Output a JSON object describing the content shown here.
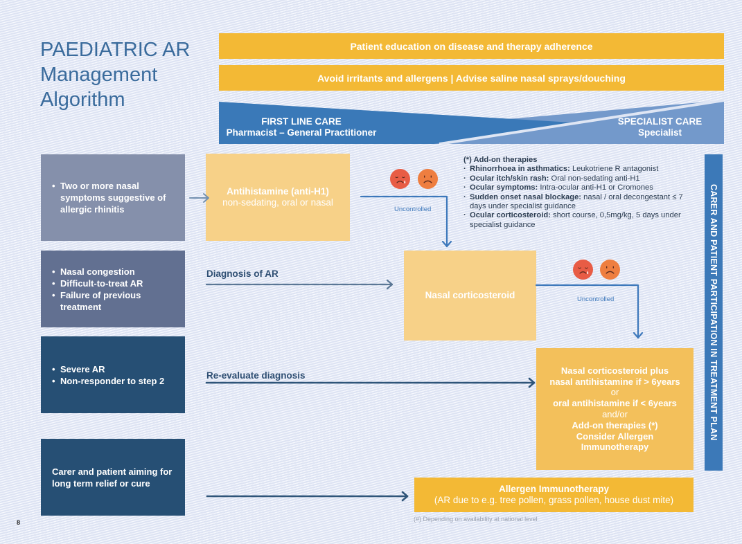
{
  "title": {
    "line1": "PAEDIATRIC AR",
    "line2": "Management",
    "line3": "Algorithm"
  },
  "banners": {
    "education": "Patient education on disease and therapy adherence",
    "avoid": "Avoid irritants and allergens | Advise saline nasal sprays/douching"
  },
  "care_levels": {
    "first_line_title": "FIRST LINE CARE",
    "first_line_sub": "Pharmacist – General Practitioner",
    "specialist_title": "SPECIALIST CARE",
    "specialist_sub": "Specialist"
  },
  "colors": {
    "first_line_blue": "#3a79b8",
    "specialist_blue": "#7399cb",
    "banner_yellow": "#f3b935",
    "arrow_dark": "#2f5579",
    "arrow_blue": "#3d78bb"
  },
  "conditions": {
    "step1": [
      "Two or more nasal symptoms suggestive of allergic rhinitis"
    ],
    "step2": [
      "Nasal congestion",
      "Difficult-to-treat AR",
      "Failure of previous treatment"
    ],
    "step3": [
      "Severe AR",
      "Non-responder to step 2"
    ],
    "step4": "Carer and patient aiming for long term relief or cure"
  },
  "treatments": {
    "antihistamine_title": "Antihistamine (anti-H1)",
    "antihistamine_sub": "non-sedating, oral or nasal",
    "nasal_corticosteroid": "Nasal corticosteroid",
    "combo": {
      "line1": "Nasal corticosteroid plus",
      "line2": "nasal antihistamine if > 6years",
      "line3": "or",
      "line4": "oral antihistamine if < 6years",
      "line5": "and/or",
      "line6": "Add-on therapies (*)",
      "line7": "Consider Allergen",
      "line8": "Immunotherapy"
    },
    "immunotherapy_title": "Allergen Immunotherapy",
    "immunotherapy_sub": "(AR due to e.g. tree pollen, grass pollen, house dust mite)"
  },
  "flow_labels": {
    "diagnosis": "Diagnosis of AR",
    "reevaluate": "Re-evaluate diagnosis",
    "uncontrolled_1": "Uncontrolled",
    "uncontrolled_2": "Uncontrolled"
  },
  "icons": {
    "crying_face": "crying-face-icon",
    "sad_face": "sad-face-icon"
  },
  "addon_therapies": {
    "header": "(*) Add-on therapies",
    "items": [
      {
        "label": "Rhinorrhoea in asthmatics:",
        "text": " Leukotriene R antagonist"
      },
      {
        "label": "Ocular itch/skin rash:",
        "text": " Oral non-sedating anti-H1"
      },
      {
        "label": "Ocular symptoms:",
        "text": " Intra-ocular anti-H1 or Cromones"
      },
      {
        "label": "Sudden onset nasal blockage:",
        "text": " nasal / oral decongestant ≤ 7 days under specialist guidance"
      },
      {
        "label": "Ocular corticosteroid:",
        "text": " short course, 0,5mg/kg, 5 days under specialist guidance"
      }
    ]
  },
  "side_bar": "CARER AND PATIENT PARTICIPATION IN TREATMENT PLAN",
  "footnote": "(#) Depending on availability at national level",
  "page_number": "8"
}
